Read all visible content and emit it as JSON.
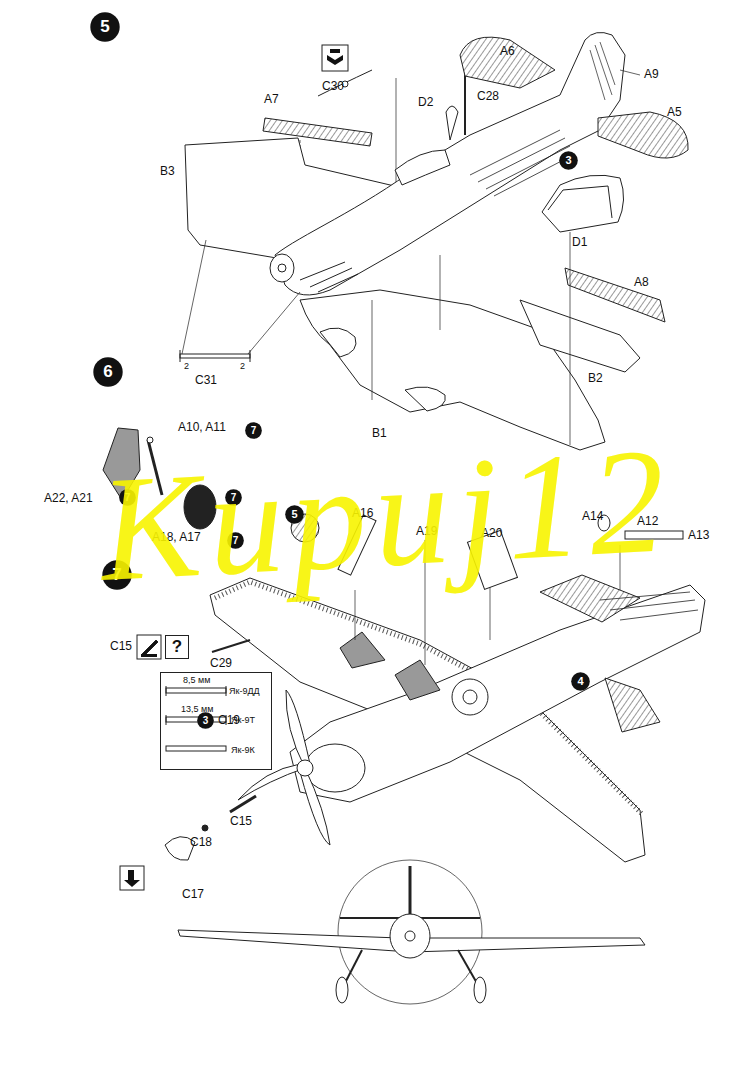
{
  "diagram": {
    "nodes": [
      {
        "text": [
          "5"
        ]
      },
      {
        "text": [
          "6"
        ]
      },
      {
        "text": [
          "7"
        ]
      },
      {
        "text": [
          "?"
        ]
      },
      {
        "text": [
          "8,5 мм",
          "Як-9ДД",
          "13,5 мм",
          "Як-9Т",
          "Як-9К"
        ]
      },
      {
        "text": [
          "3"
        ]
      },
      {
        "text": [
          "7"
        ]
      },
      {
        "text": [
          "7"
        ]
      },
      {
        "text": [
          "7"
        ]
      },
      {
        "text": [
          "7"
        ]
      },
      {
        "text": [
          "5"
        ]
      },
      {
        "text": [
          "4"
        ]
      },
      {
        "text": [
          "3"
        ]
      }
    ],
    "labels": [
      "A6",
      "A9",
      "C30",
      "C28",
      "D2",
      "A5",
      "A7",
      "B3",
      "D1",
      "A8",
      "2",
      "2",
      "C31",
      "B2",
      "B1",
      "A10, A11",
      "A22, A21",
      "A18, A17",
      "A16",
      "A19",
      "A20",
      "A14",
      "A12",
      "A13",
      "C15",
      "C29",
      "C19",
      "C15",
      "C18",
      "C17",
      "Kupuj12"
    ]
  }
}
